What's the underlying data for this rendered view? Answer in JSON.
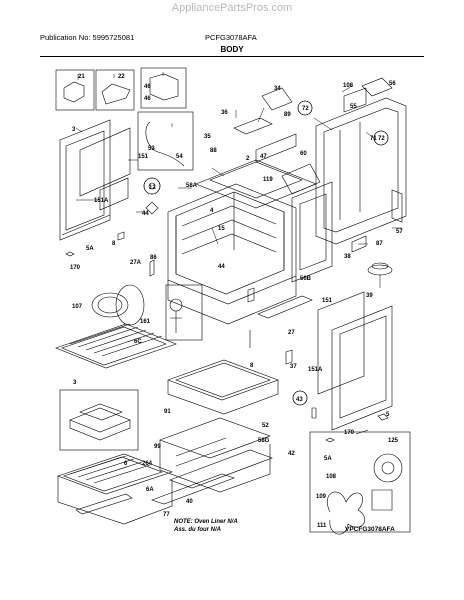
{
  "watermark": "AppliancePartsPros.com",
  "header": {
    "publication": "Publication No: 5995725081",
    "model": "PCFG3078AFA",
    "section": "BODY"
  },
  "note": {
    "line1": "NOTE: Oven Liner N/A",
    "line2": "Ass. du four N/A"
  },
  "model_code": "VPCFG3078AFA",
  "callouts": [
    "21",
    "22",
    "46",
    "46",
    "34",
    "108",
    "56",
    "3",
    "36",
    "72",
    "89",
    "55",
    "53",
    "35",
    "151",
    "54",
    "88",
    "2",
    "47",
    "60",
    "71",
    "72",
    "119",
    "12",
    "58A",
    "151A",
    "44",
    "4",
    "15",
    "87",
    "57",
    "5A",
    "8",
    "86",
    "44",
    "38",
    "170",
    "27A",
    "56B",
    "39",
    "107",
    "161",
    "151",
    "27",
    "6C",
    "37",
    "8",
    "151A",
    "3",
    "43",
    "91",
    "52",
    "5",
    "99",
    "58G",
    "42",
    "170",
    "5A",
    "264",
    "40",
    "125",
    "6",
    "6A",
    "77",
    "108",
    "109",
    "111"
  ]
}
